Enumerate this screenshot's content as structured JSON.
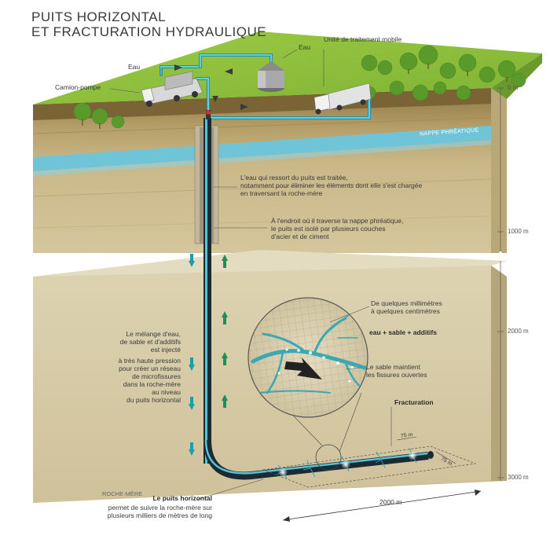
{
  "title": {
    "line1": "PUITS HORIZONTAL",
    "line2": "ET FRACTURATION HYDRAULIQUE"
  },
  "labels": {
    "eau_left": "Eau",
    "eau_right": "Eau",
    "camion_pompe": "Camion-pompe",
    "unite_traitement": "Unité de traitement mobile",
    "nappe": "NAPPE PHRÉATIQUE",
    "eau_traitee": [
      "L'eau qui ressort du puits est traitée,",
      "notamment pour éliminer les éléments dont elle s'est chargée",
      "en traversant la roche-mère"
    ],
    "isolation": [
      "À l'endroit où il traverse la nappe phréatique,",
      "le puits est isolé par plusieurs couches",
      "d'acier et de ciment"
    ],
    "melange": [
      "Le mélange d'eau,",
      "de sable et d'additifs",
      "est injecté",
      "à très haute pression",
      "pour créer un réseau",
      "de microfissures",
      "dans la roche-mère",
      "au niveau",
      "du puits horizontal"
    ],
    "millimetres": [
      "De quelques millimètres",
      "à quelques centimètres"
    ],
    "eau_sable": "eau + sable + additifs",
    "sable_maintient": [
      "Le sable maintient",
      "les fissures ouvertes"
    ],
    "fracturation": "Fracturation",
    "roche_mere": "ROCHE-MÈRE",
    "puits_horizontal_title": "Le puits horizontal",
    "puits_horizontal_desc": [
      "permet de suivre la roche-mère sur",
      "plusieurs milliers de mètres de long"
    ],
    "dist_75a": "75 m",
    "dist_75b": "75 m",
    "dist_2000": "2000 m"
  },
  "depth_scale": [
    "0 m",
    "1000 m",
    "2000 m",
    "3000 m"
  ],
  "colors": {
    "grass": "#8dbf3c",
    "soil_top": "#7b6a3d",
    "water_table": "#6fc4d8",
    "pipe_teal": "#3fb3c4",
    "rock": "#d9cfae",
    "arrow_teal": "#1aa0a8",
    "arrow_green": "#1f8f5a"
  }
}
